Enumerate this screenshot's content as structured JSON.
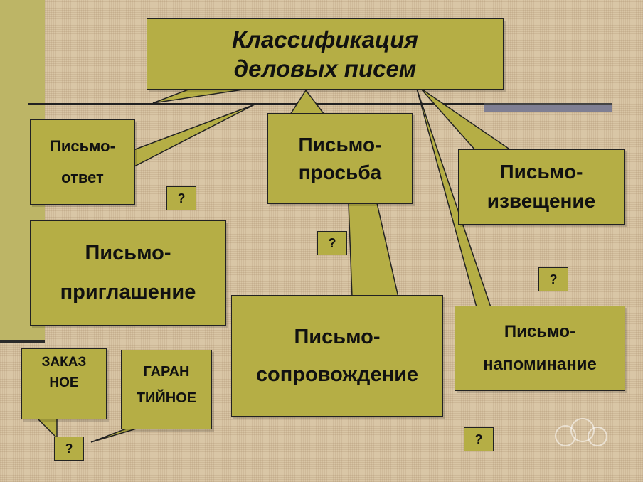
{
  "diagram": {
    "title": "Классификация\nделовых писем",
    "boxes": {
      "reply": "Письмо-\nответ",
      "request": "Письмо-\nпросьба",
      "notice": "Письмо-\nизвещение",
      "invitation": "Письмо-\nприглашение",
      "accompaniment": "Письмо-\nсопровождение",
      "reminder": "Письмо-\nнапоминание",
      "registered": "ЗАКАЗ\nНОЕ",
      "guarantee": "ГАРАН\nТИЙНОЕ"
    },
    "question_marks": [
      "?",
      "?",
      "?",
      "?",
      "?"
    ],
    "colors": {
      "box_fill": "#b5ae45",
      "background": "#d9c6a6",
      "left_bar": "#bdb566"
    }
  }
}
